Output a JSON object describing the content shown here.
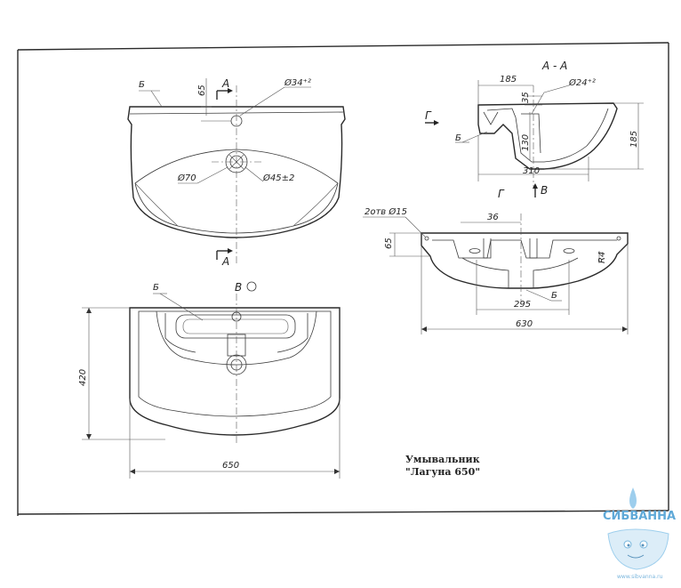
{
  "drawing": {
    "title_line1": "Умывальник",
    "title_line2": "\"Лагуна 650\"",
    "top_view": {
      "label_b": "Б",
      "dim_65": "65",
      "section_mark": "А",
      "dim_hole_small": "Ø34⁺²",
      "dim_drain": "Ø70",
      "dim_drain_outer": "Ø45±2"
    },
    "bottom_view": {
      "label_b": "Б",
      "view_mark": "В",
      "dim_depth": "420",
      "dim_width": "650"
    },
    "section_aa": {
      "title": "А - А",
      "dim_185_top": "185",
      "dim_35": "35",
      "dim_hole": "Ø24⁺²",
      "dim_130": "130",
      "dim_185_side": "185",
      "dim_310": "310",
      "label_b": "Б",
      "view_g": "Г",
      "view_v": "В"
    },
    "front_view": {
      "view_g": "Г",
      "holes_note": "2отв Ø15",
      "dim_36": "36",
      "dim_65": "65",
      "dim_r": "R4",
      "dim_295": "295",
      "dim_630": "630",
      "label_b": "Б"
    }
  },
  "watermark": {
    "brand": "СИБВАННА",
    "url": "www.sibvanna.ru",
    "color": "#5fa9d8"
  }
}
